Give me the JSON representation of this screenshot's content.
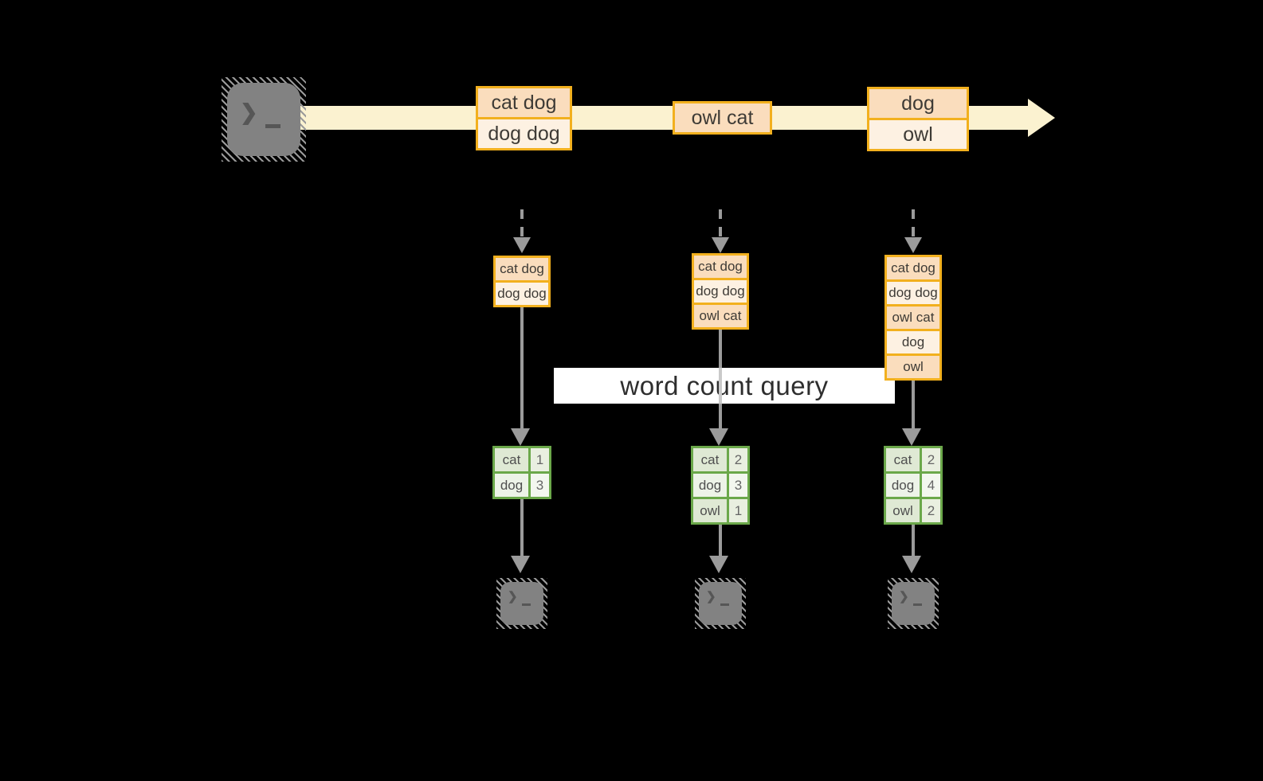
{
  "query": {
    "label": "word count query"
  },
  "icons": {
    "terminal_chevron": "❯"
  },
  "colors": {
    "background": "#000000",
    "stream_band": "#FBF2D0",
    "event_border": "#F2B01E",
    "event_fill_dark": "#FADDBD",
    "event_fill_light": "#FDF1E2",
    "event_text": "#3E3B36",
    "count_border": "#6BA84A",
    "count_fill_dark": "#DFE9D4",
    "count_fill_light": "#EDF3E8",
    "arrow_gray": "#9B9B9B",
    "terminal_gray": "#828282"
  },
  "stream": {
    "events": [
      [
        "cat dog",
        "dog dog"
      ],
      [
        "owl cat"
      ],
      [
        "dog",
        "owl"
      ]
    ]
  },
  "columns": [
    {
      "buffer": [
        "cat dog",
        "dog dog"
      ],
      "counts": [
        [
          "cat",
          "1"
        ],
        [
          "dog",
          "3"
        ]
      ]
    },
    {
      "buffer": [
        "cat dog",
        "dog dog",
        "owl cat"
      ],
      "counts": [
        [
          "cat",
          "2"
        ],
        [
          "dog",
          "3"
        ],
        [
          "owl",
          "1"
        ]
      ]
    },
    {
      "buffer": [
        "cat dog",
        "dog dog",
        "owl cat",
        "dog",
        "owl"
      ],
      "counts": [
        [
          "cat",
          "2"
        ],
        [
          "dog",
          "4"
        ],
        [
          "owl",
          "2"
        ]
      ]
    }
  ]
}
